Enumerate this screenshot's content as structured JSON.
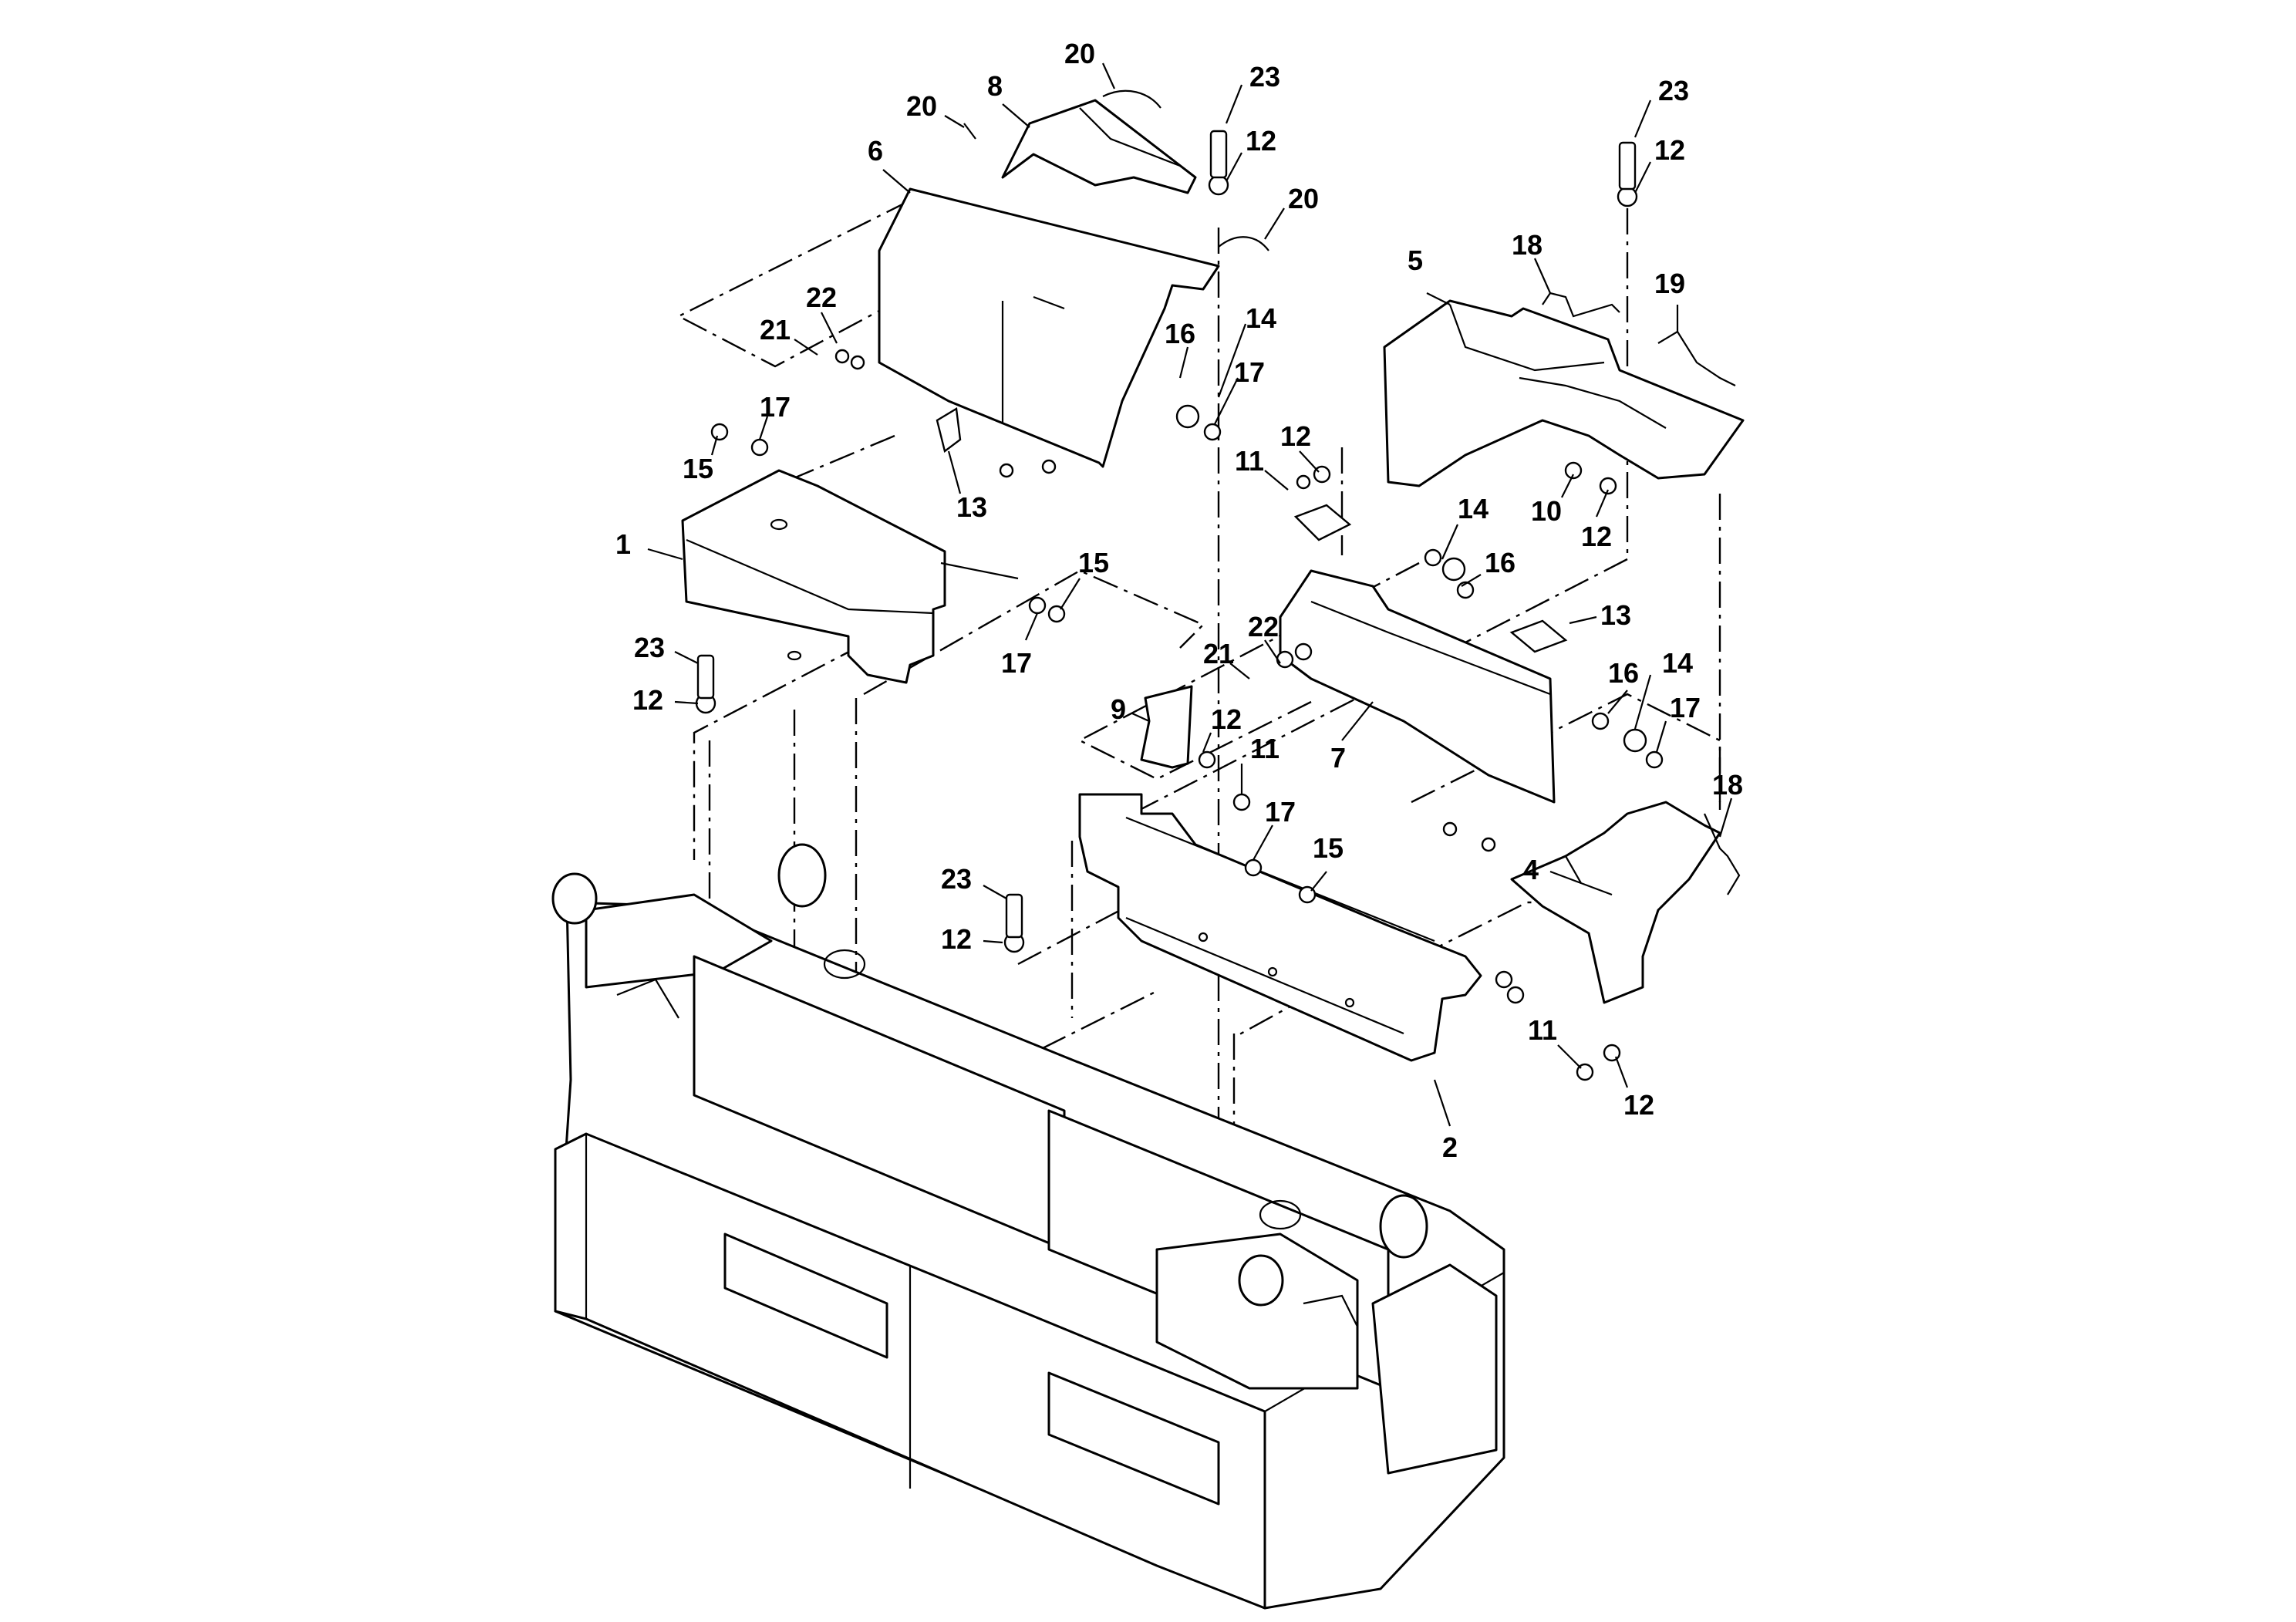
{
  "callouts": [
    {
      "id": "c1",
      "label": "1"
    },
    {
      "id": "c2",
      "label": "2"
    },
    {
      "id": "c4",
      "label": "4"
    },
    {
      "id": "c5",
      "label": "5"
    },
    {
      "id": "c6",
      "label": "6"
    },
    {
      "id": "c7",
      "label": "7"
    },
    {
      "id": "c8",
      "label": "8"
    },
    {
      "id": "c9",
      "label": "9"
    },
    {
      "id": "c10",
      "label": "10"
    },
    {
      "id": "c11a",
      "label": "11"
    },
    {
      "id": "c11b",
      "label": "11"
    },
    {
      "id": "c11c",
      "label": "11"
    },
    {
      "id": "c12a",
      "label": "12"
    },
    {
      "id": "c12b",
      "label": "12"
    },
    {
      "id": "c12c",
      "label": "12"
    },
    {
      "id": "c12d",
      "label": "12"
    },
    {
      "id": "c12e",
      "label": "12"
    },
    {
      "id": "c12f",
      "label": "12"
    },
    {
      "id": "c12g",
      "label": "12"
    },
    {
      "id": "c12h",
      "label": "12"
    },
    {
      "id": "c13a",
      "label": "13"
    },
    {
      "id": "c13b",
      "label": "13"
    },
    {
      "id": "c14a",
      "label": "14"
    },
    {
      "id": "c14b",
      "label": "14"
    },
    {
      "id": "c14c",
      "label": "14"
    },
    {
      "id": "c15a",
      "label": "15"
    },
    {
      "id": "c15b",
      "label": "15"
    },
    {
      "id": "c15c",
      "label": "15"
    },
    {
      "id": "c16a",
      "label": "16"
    },
    {
      "id": "c16b",
      "label": "16"
    },
    {
      "id": "c16c",
      "label": "16"
    },
    {
      "id": "c17a",
      "label": "17"
    },
    {
      "id": "c17b",
      "label": "17"
    },
    {
      "id": "c17c",
      "label": "17"
    },
    {
      "id": "c17d",
      "label": "17"
    },
    {
      "id": "c17e",
      "label": "17"
    },
    {
      "id": "c18a",
      "label": "18"
    },
    {
      "id": "c18b",
      "label": "18"
    },
    {
      "id": "c19",
      "label": "19"
    },
    {
      "id": "c20a",
      "label": "20"
    },
    {
      "id": "c20b",
      "label": "20"
    },
    {
      "id": "c20c",
      "label": "20"
    },
    {
      "id": "c21a",
      "label": "21"
    },
    {
      "id": "c21b",
      "label": "21"
    },
    {
      "id": "c22a",
      "label": "22"
    },
    {
      "id": "c22b",
      "label": "22"
    },
    {
      "id": "c23a",
      "label": "23"
    },
    {
      "id": "c23b",
      "label": "23"
    },
    {
      "id": "c23c",
      "label": "23"
    },
    {
      "id": "c23d",
      "label": "23"
    }
  ]
}
